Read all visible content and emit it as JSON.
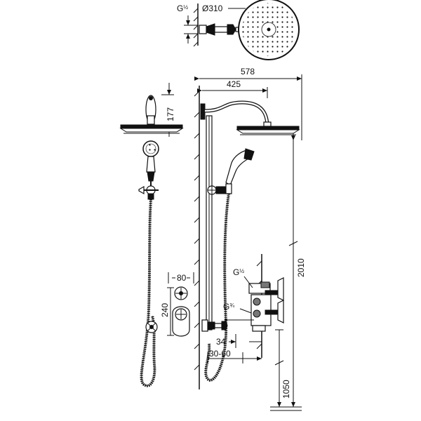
{
  "labels": {
    "thread_top": "G",
    "thread_top_frac": "½",
    "head_diameter": "Ø310",
    "width_total": "578",
    "width_arm": "425",
    "height_head": "177",
    "height_total": "2010",
    "height_valve": "1050",
    "thread_valve_top": "G",
    "thread_valve_top_frac": "½",
    "thread_valve_bottom": "G",
    "thread_valve_bottom_frac": "¾",
    "valve_spacing_h": "80",
    "valve_spacing_v": "240",
    "offset_34": "34",
    "offset_range": "30-60"
  }
}
